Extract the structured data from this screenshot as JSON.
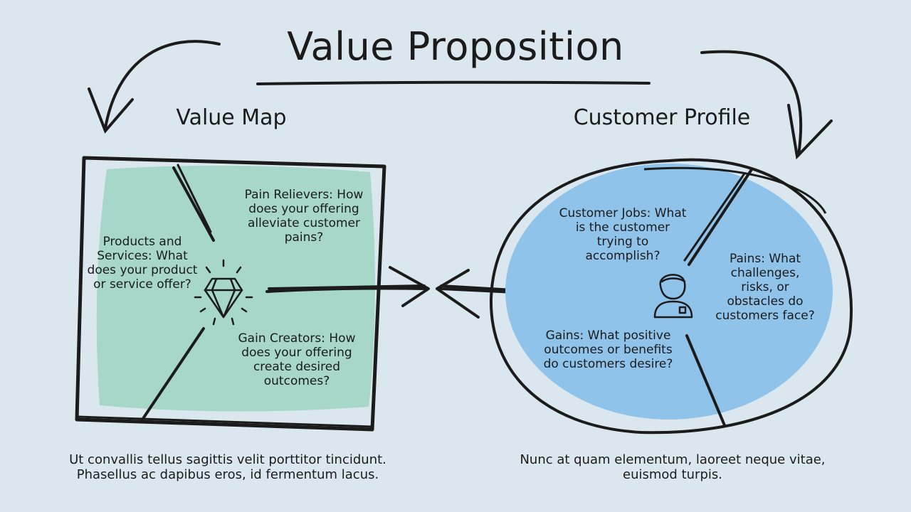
{
  "title": "Value Proposition",
  "value_map": {
    "heading": "Value Map",
    "products_services": "Products and Services: What does your product or service offer?",
    "pain_relievers": "Pain Relievers: How does your offering alleviate customer pains?",
    "gain_creators": "Gain Creators: How does your offering create desired outcomes?",
    "caption": "Ut convallis tellus sagittis velit porttitor tincidunt. Phasellus ac dapibus eros, id fermentum lacus."
  },
  "customer_profile": {
    "heading": "Customer Profile",
    "customer_jobs": "Customer Jobs: What is the customer trying to accomplish?",
    "pains": "Pains: What challenges, risks, or obstacles do customers face?",
    "gains": "Gains: What positive outcomes or benefits do customers desire?",
    "caption": "Nunc at quam elementum, laoreet neque vitae, euismod turpis."
  },
  "icons": {
    "value_map": "diamond-icon",
    "customer_profile": "customer-person-icon"
  },
  "colors": {
    "background": "#dbe7ee",
    "value_map_fill": "#a6d7c9",
    "customer_profile_fill": "#8fc3ea",
    "ink": "#1b1b1b"
  }
}
